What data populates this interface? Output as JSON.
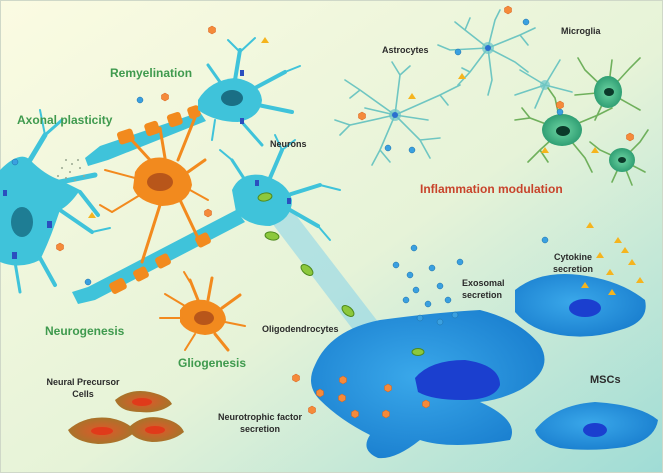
{
  "labels": {
    "remyelination": "Remyelination",
    "axonal_plasticity": "Axonal plasticity",
    "neurons": "Neurons",
    "astrocytes": "Astrocytes",
    "microglia": "Microglia",
    "inflammation_modulation": "Inflammation modulation",
    "cytokine_secretion_1": "Cytokine",
    "cytokine_secretion_2": "secretion",
    "exosomal_secretion_1": "Exosomal",
    "exosomal_secretion_2": "secretion",
    "neurogenesis": "Neurogenesis",
    "oligodendrocytes": "Oligodendrocytes",
    "gliogenesis": "Gliogenesis",
    "neural_precursor_cells_1": "Neural Precursor",
    "neural_precursor_cells_2": "Cells",
    "neurotrophic_secretion_1": "Neurotrophic factor",
    "neurotrophic_secretion_2": "secretion",
    "mscs": "MSCs"
  },
  "colors": {
    "background_start": "#fbfbe2",
    "background_end": "#9fdcd6",
    "neuron": "#3fc3da",
    "oligodendrocyte": "#f28a1e",
    "astrocyte": "#6fc6c2",
    "microglia": "#2fae7e",
    "msc": "#1f8fd6",
    "precursor": "#c76a1e",
    "exosome": "#3aa0e0",
    "cytokine": "#f5b41e",
    "neurotrophic_factor": "#f58a3a"
  }
}
